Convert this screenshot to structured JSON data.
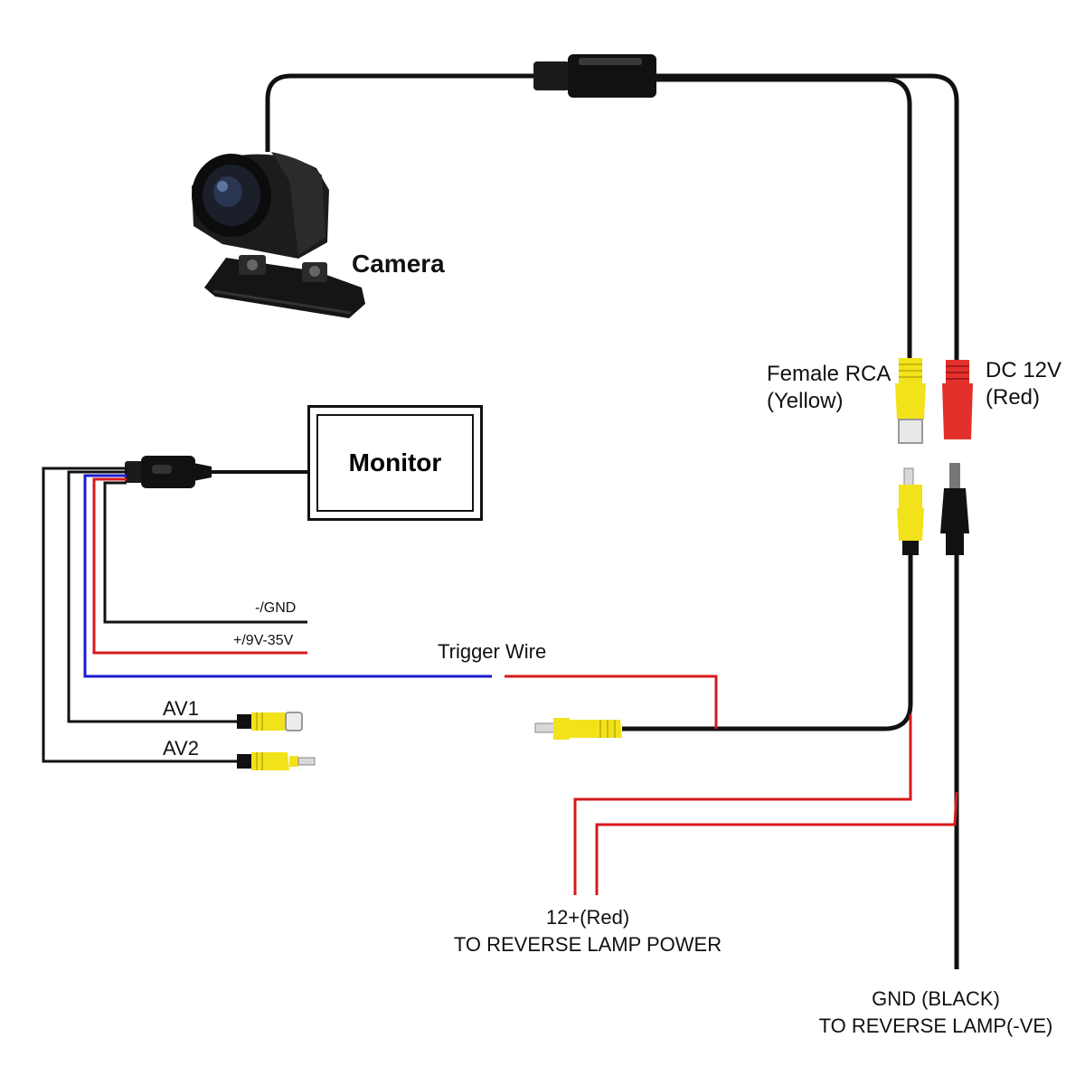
{
  "labels": {
    "camera": "Camera",
    "monitor": "Monitor",
    "female_rca": [
      "Female RCA",
      "(Yellow)"
    ],
    "dc12v": [
      "DC 12V",
      "(Red)"
    ],
    "gnd_small": "-/GND",
    "power_small": "+/9V-35V",
    "trigger": "Trigger Wire",
    "av1": "AV1",
    "av2": "AV2",
    "red_power": [
      "12+(Red)",
      "TO REVERSE LAMP POWER"
    ],
    "black_gnd": [
      "GND (BLACK)",
      "TO REVERSE LAMP(-VE)"
    ]
  },
  "colors": {
    "wire_black": "#111111",
    "wire_red": "#d7191c",
    "wire_blue": "#1a1acc",
    "rca_yellow": "#f2e21a",
    "plug_red": "#e3302b"
  },
  "icons": {
    "camera": "backup-camera-icon",
    "connector": "multi-pin-connector-icon",
    "rca_plug": "rca-plug-icon",
    "dc_plug": "dc-barrel-plug-icon"
  }
}
